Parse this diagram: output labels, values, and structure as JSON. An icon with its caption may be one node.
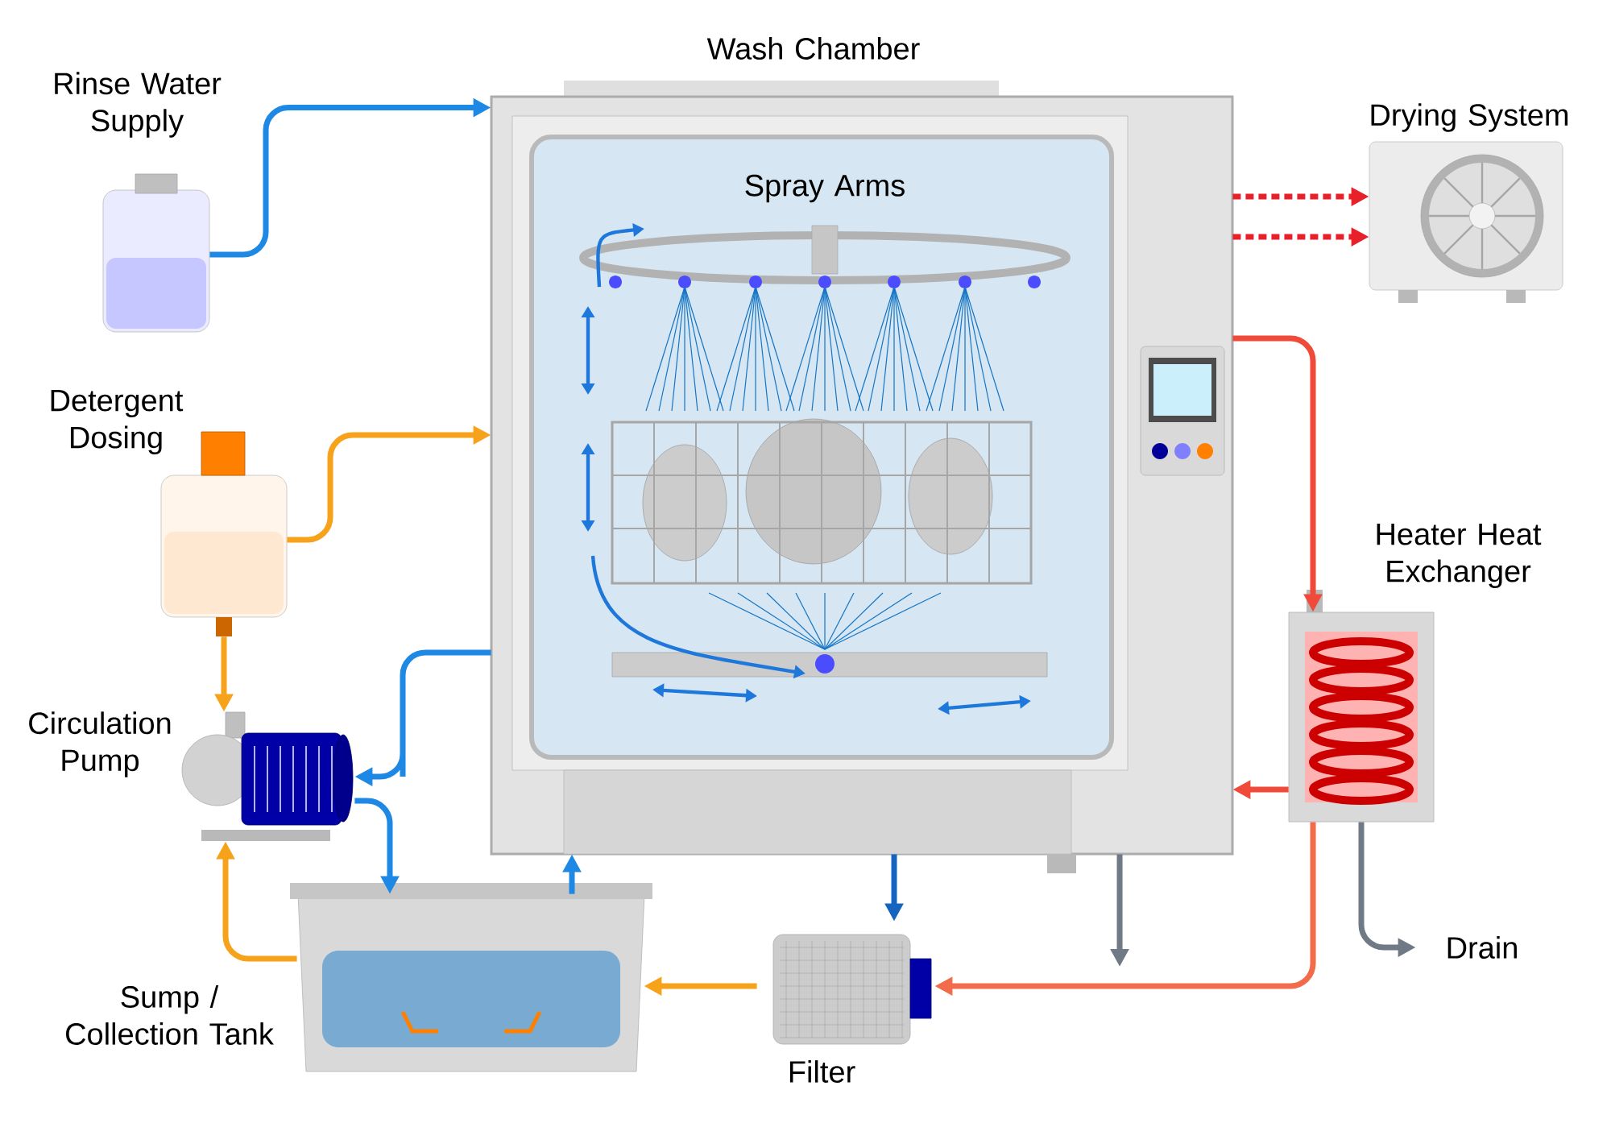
{
  "diagram": {
    "nodes": [
      {
        "text": [
          "Wash Chamber"
        ]
      },
      {
        "text": [
          "Spray Arms"
        ],
        "in": 0
      },
      {
        "text": [
          "Rinse Water Supply"
        ]
      },
      {
        "text": [
          "Detergent Dosing"
        ]
      },
      {
        "text": [
          "Circulation Pump"
        ]
      },
      {
        "text": [
          "Sump / Collection Tank"
        ]
      },
      {
        "text": [
          "Filter"
        ]
      },
      {
        "text": [
          "Heater Heat Exchanger"
        ]
      },
      {
        "text": [
          "Drying System"
        ]
      },
      {
        "text": [
          "Drain"
        ]
      }
    ],
    "edges": [
      {
        "from": 2,
        "to": 0,
        "arrow": "to",
        "color": "#1e88e5"
      },
      {
        "from": 3,
        "to": 0,
        "arrow": "to",
        "color": "#f7a21b"
      },
      {
        "from": 3,
        "to": 4,
        "arrow": "to",
        "color": "#f7a21b"
      },
      {
        "from": 5,
        "to": 4,
        "arrow": "to",
        "color": "#f7a21b"
      },
      {
        "from": 0,
        "to": 4,
        "arrow": "to",
        "color": "#1e88e5"
      },
      {
        "from": 4,
        "to": 5,
        "arrow": "to",
        "color": "#1e88e5"
      },
      {
        "from": 5,
        "to": 0,
        "arrow": "to",
        "color": "#1e88e5"
      },
      {
        "from": 0,
        "to": 6,
        "arrow": "to",
        "color": "#1565c0"
      },
      {
        "from": 6,
        "to": 5,
        "arrow": "to",
        "color": "#f7a21b"
      },
      {
        "from": 0,
        "to": 8,
        "arrow": "to",
        "style": "dashed",
        "color": "#e8202a"
      },
      {
        "from": 0,
        "to": 8,
        "arrow": "to",
        "style": "dashed",
        "color": "#e8202a"
      },
      {
        "from": 0,
        "to": 7,
        "arrow": "to",
        "color": "#f04a3a"
      },
      {
        "from": 7,
        "to": 0,
        "arrow": "to",
        "color": "#f04a3a"
      },
      {
        "from": 7,
        "to": 6,
        "arrow": "to",
        "color": "#f26b4a"
      },
      {
        "from": 7,
        "to": 9,
        "arrow": "to",
        "color": "#6f7a86"
      },
      {
        "from": 0,
        "to": null,
        "arrow": "to",
        "color": "#6f7a86"
      }
    ]
  }
}
